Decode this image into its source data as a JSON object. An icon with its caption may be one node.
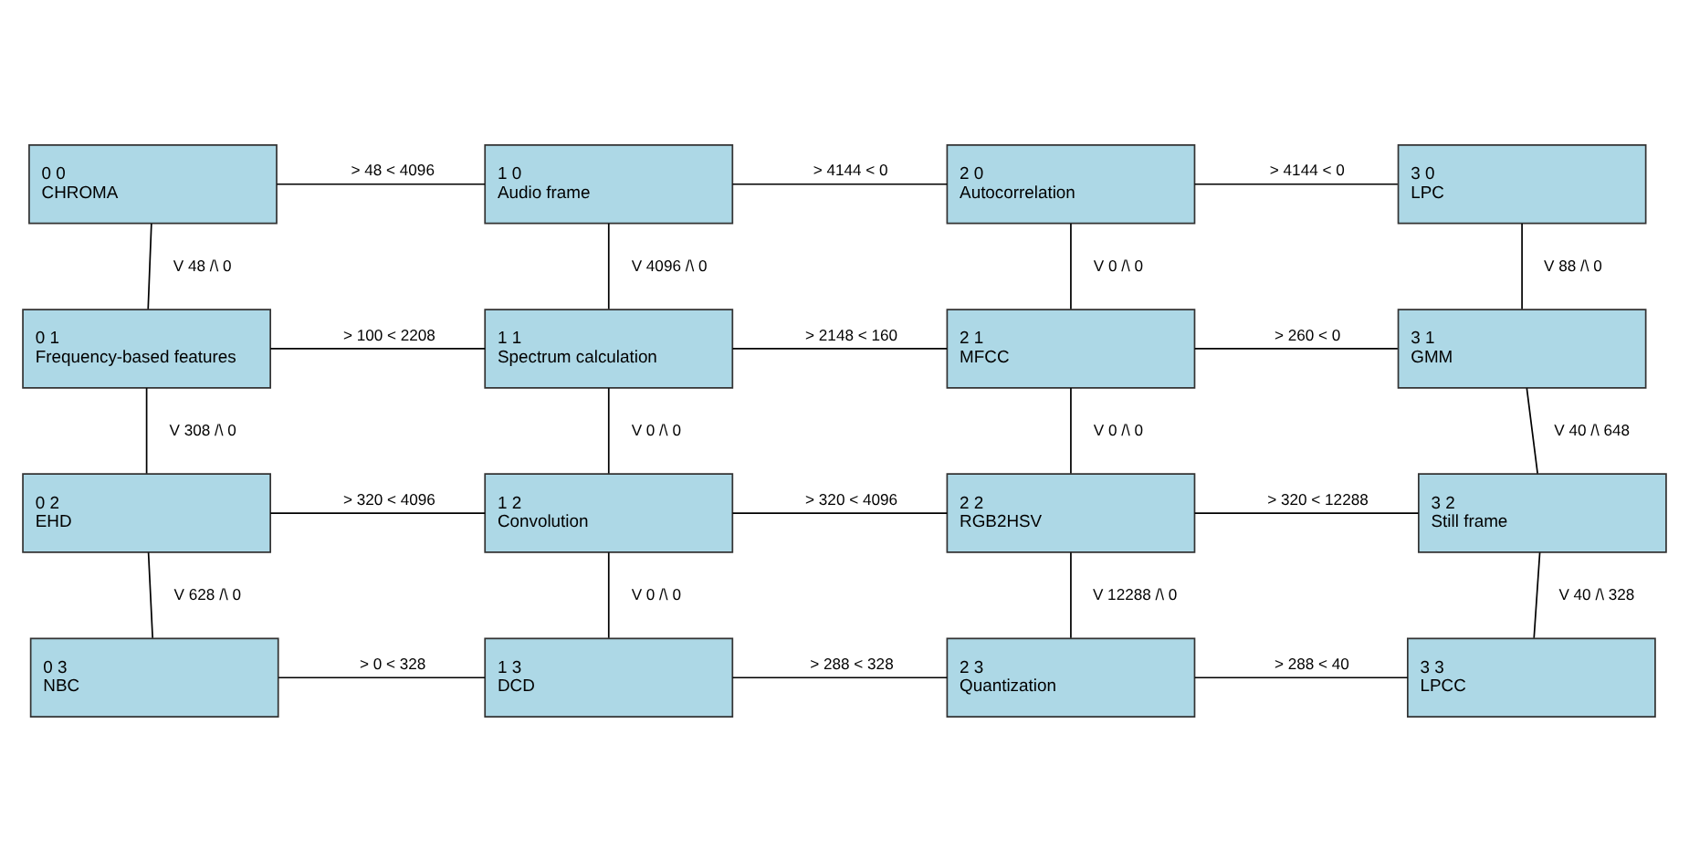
{
  "diagram": {
    "nodes": [
      {
        "text": [
          "0 0",
          "CHROMA"
        ]
      },
      {
        "text": [
          "1 0",
          "Audio frame"
        ]
      },
      {
        "text": [
          "2 0",
          "Autocorrelation"
        ]
      },
      {
        "text": [
          "3 0",
          "LPC"
        ]
      },
      {
        "text": [
          "0 1",
          "Frequency-based features"
        ]
      },
      {
        "text": [
          "1 1",
          "Spectrum calculation"
        ]
      },
      {
        "text": [
          "2 1",
          "MFCC"
        ]
      },
      {
        "text": [
          "3 1",
          "GMM"
        ]
      },
      {
        "text": [
          "0 2",
          "EHD"
        ]
      },
      {
        "text": [
          "1 2",
          "Convolution"
        ]
      },
      {
        "text": [
          "2 2",
          "RGB2HSV"
        ]
      },
      {
        "text": [
          "3 2",
          "Still frame"
        ]
      },
      {
        "text": [
          "0 3",
          "NBC"
        ]
      },
      {
        "text": [
          "1 3",
          "DCD"
        ]
      },
      {
        "text": [
          "2 3",
          "Quantization"
        ]
      },
      {
        "text": [
          "3 3",
          "LPCC"
        ]
      }
    ],
    "edges": [
      {
        "from": 0,
        "to": 1,
        "arrow": "none",
        "label": "> 48 < 4096"
      },
      {
        "from": 1,
        "to": 2,
        "arrow": "none",
        "label": "> 4144 < 0"
      },
      {
        "from": 2,
        "to": 3,
        "arrow": "none",
        "label": "> 4144 < 0"
      },
      {
        "from": 0,
        "to": 4,
        "arrow": "none",
        "label": "V 48 /\\ 0"
      },
      {
        "from": 1,
        "to": 5,
        "arrow": "none",
        "label": "V 4096 /\\ 0"
      },
      {
        "from": 2,
        "to": 6,
        "arrow": "none",
        "label": "V 0 /\\ 0"
      },
      {
        "from": 3,
        "to": 7,
        "arrow": "none",
        "label": "V 88 /\\ 0"
      },
      {
        "from": 4,
        "to": 5,
        "arrow": "none",
        "label": "> 100 < 2208"
      },
      {
        "from": 5,
        "to": 6,
        "arrow": "none",
        "label": "> 2148 < 160"
      },
      {
        "from": 6,
        "to": 7,
        "arrow": "none",
        "label": "> 260 < 0"
      },
      {
        "from": 4,
        "to": 8,
        "arrow": "none",
        "label": "V 308 /\\ 0"
      },
      {
        "from": 5,
        "to": 9,
        "arrow": "none",
        "label": "V 0 /\\ 0"
      },
      {
        "from": 6,
        "to": 10,
        "arrow": "none",
        "label": "V 0 /\\ 0"
      },
      {
        "from": 7,
        "to": 11,
        "arrow": "none",
        "label": "V 40 /\\ 648"
      },
      {
        "from": 8,
        "to": 9,
        "arrow": "none",
        "label": "> 320 < 4096"
      },
      {
        "from": 9,
        "to": 10,
        "arrow": "none",
        "label": "> 320 < 4096"
      },
      {
        "from": 10,
        "to": 11,
        "arrow": "none",
        "label": "> 320 < 12288"
      },
      {
        "from": 8,
        "to": 12,
        "arrow": "none",
        "label": "V 628 /\\ 0"
      },
      {
        "from": 9,
        "to": 13,
        "arrow": "none",
        "label": "V 0 /\\ 0"
      },
      {
        "from": 10,
        "to": 14,
        "arrow": "none",
        "label": "V 12288 /\\ 0"
      },
      {
        "from": 11,
        "to": 15,
        "arrow": "none",
        "label": "V 40 /\\ 328"
      },
      {
        "from": 12,
        "to": 13,
        "arrow": "none",
        "label": "> 0 < 328"
      },
      {
        "from": 13,
        "to": 14,
        "arrow": "none",
        "label": "> 288 < 328"
      },
      {
        "from": 14,
        "to": 15,
        "arrow": "none",
        "label": "> 288 < 40"
      }
    ]
  }
}
